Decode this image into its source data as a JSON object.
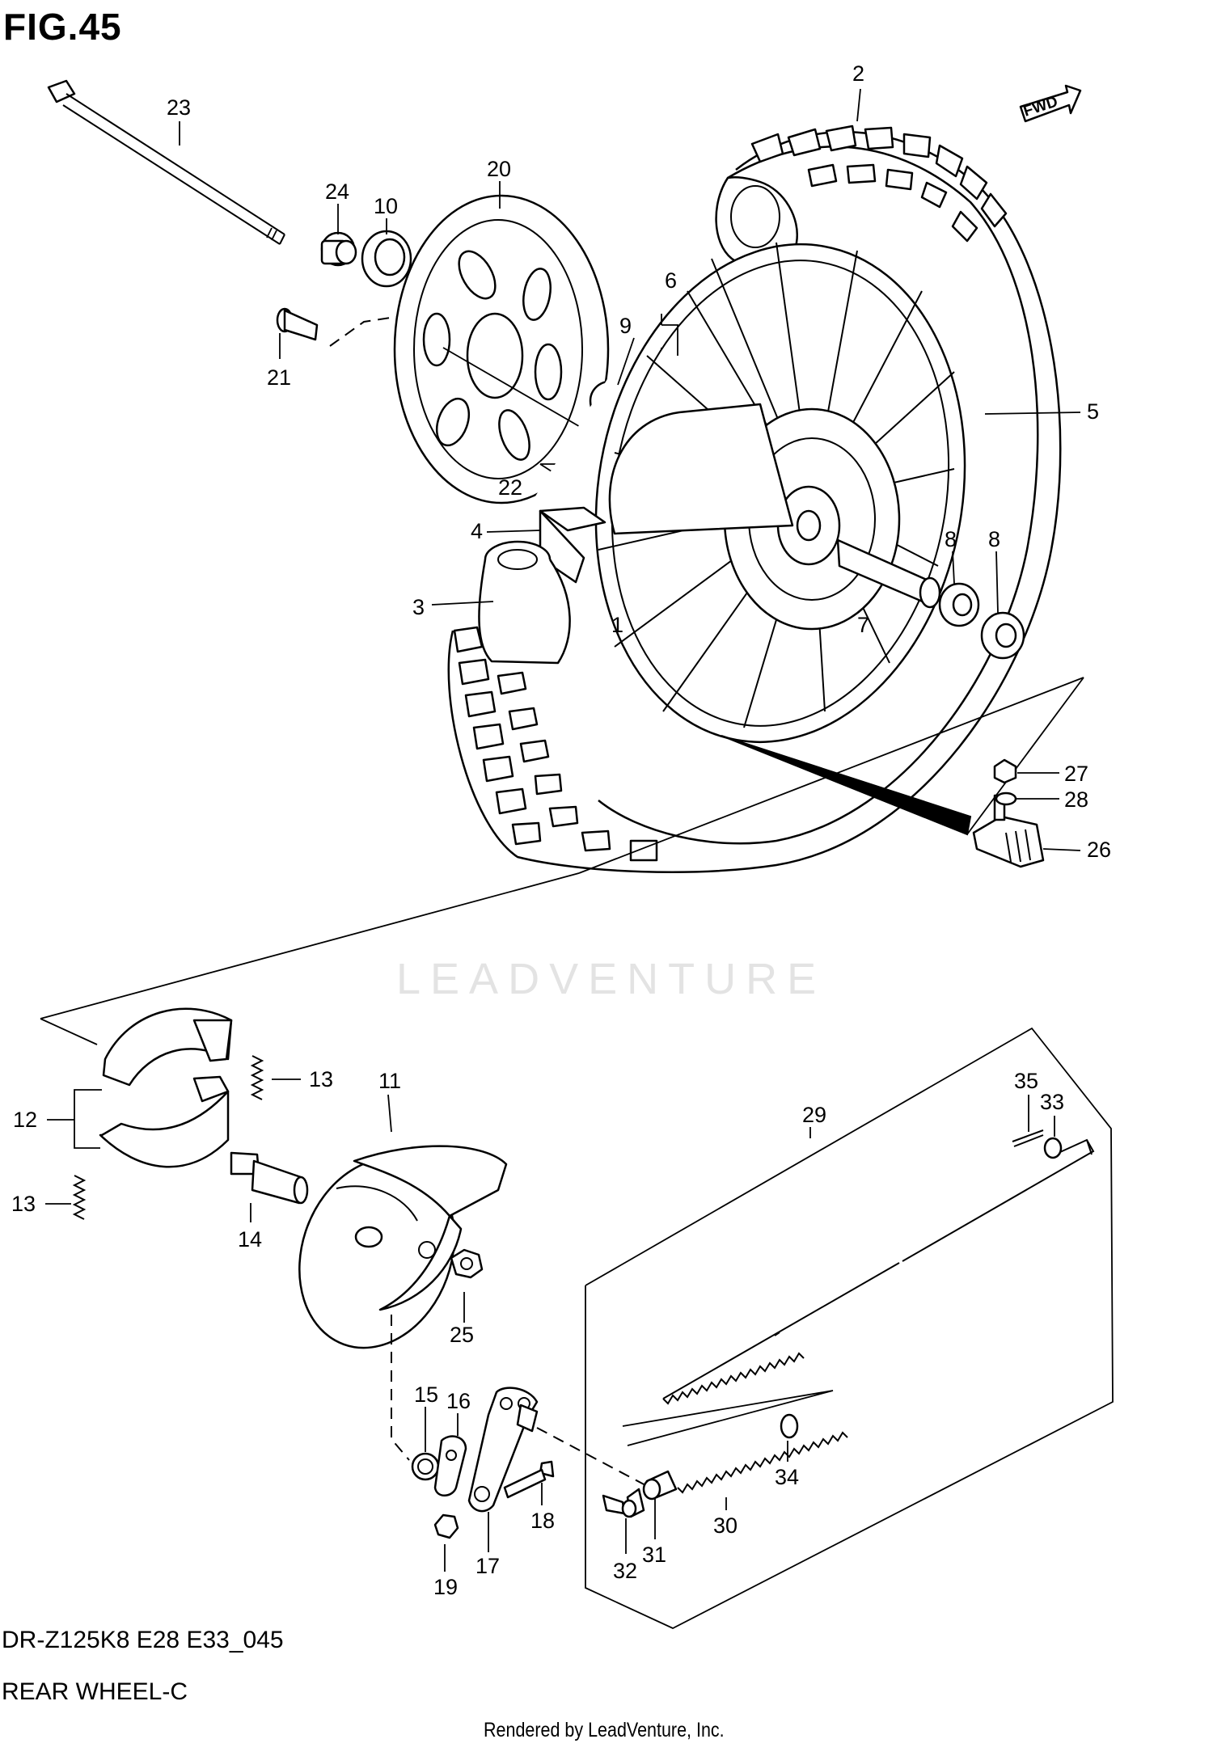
{
  "figure_title": "FIG.45",
  "model_code": "DR-Z125K8 E28 E33_045",
  "section_title": "REAR WHEEL-C",
  "footer": "Rendered by LeadVenture, Inc.",
  "watermark": "LEADVENTURE",
  "direction_tag": "FWD",
  "callouts": {
    "c1": "1",
    "c2": "2",
    "c3": "3",
    "c4": "4",
    "c5": "5",
    "c6": "6",
    "c7": "7",
    "c8a": "8",
    "c8b": "8",
    "c9": "9",
    "c10": "10",
    "c11": "11",
    "c12": "12",
    "c13a": "13",
    "c13b": "13",
    "c14": "14",
    "c15": "15",
    "c16": "16",
    "c17": "17",
    "c18": "18",
    "c19": "19",
    "c20": "20",
    "c21": "21",
    "c22": "22",
    "c23": "23",
    "c24": "24",
    "c25": "25",
    "c26": "26",
    "c27": "27",
    "c28": "28",
    "c29": "29",
    "c30": "30",
    "c31": "31",
    "c32": "32",
    "c33": "33",
    "c34": "34",
    "c35": "35"
  }
}
